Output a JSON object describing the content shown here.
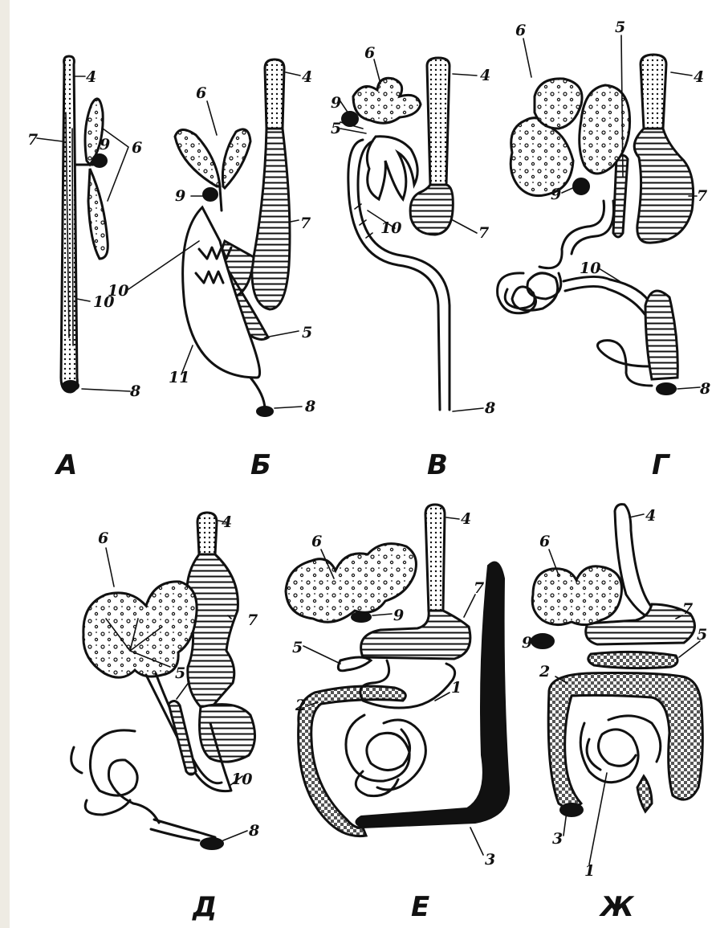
{
  "panels": [
    {
      "id": "A",
      "caption": "А",
      "labels": [
        "4",
        "7",
        "9",
        "6",
        "10",
        "8"
      ]
    },
    {
      "id": "B",
      "caption": "Б",
      "labels": [
        "6",
        "4",
        "9",
        "7",
        "10",
        "5",
        "11",
        "8"
      ]
    },
    {
      "id": "V",
      "caption": "В",
      "labels": [
        "6",
        "4",
        "9",
        "5",
        "10",
        "7",
        "8"
      ]
    },
    {
      "id": "G",
      "caption": "Г",
      "labels": [
        "6",
        "5",
        "4",
        "9",
        "7",
        "10",
        "8"
      ]
    },
    {
      "id": "D",
      "caption": "Д",
      "labels": [
        "4",
        "6",
        "7",
        "5",
        "10",
        "8"
      ]
    },
    {
      "id": "E",
      "caption": "Е",
      "labels": [
        "6",
        "4",
        "7",
        "9",
        "5",
        "2",
        "1",
        "3"
      ]
    },
    {
      "id": "Zh",
      "caption": "Ж",
      "labels": [
        "6",
        "4",
        "9",
        "7",
        "5",
        "2",
        "3",
        "1"
      ]
    }
  ]
}
